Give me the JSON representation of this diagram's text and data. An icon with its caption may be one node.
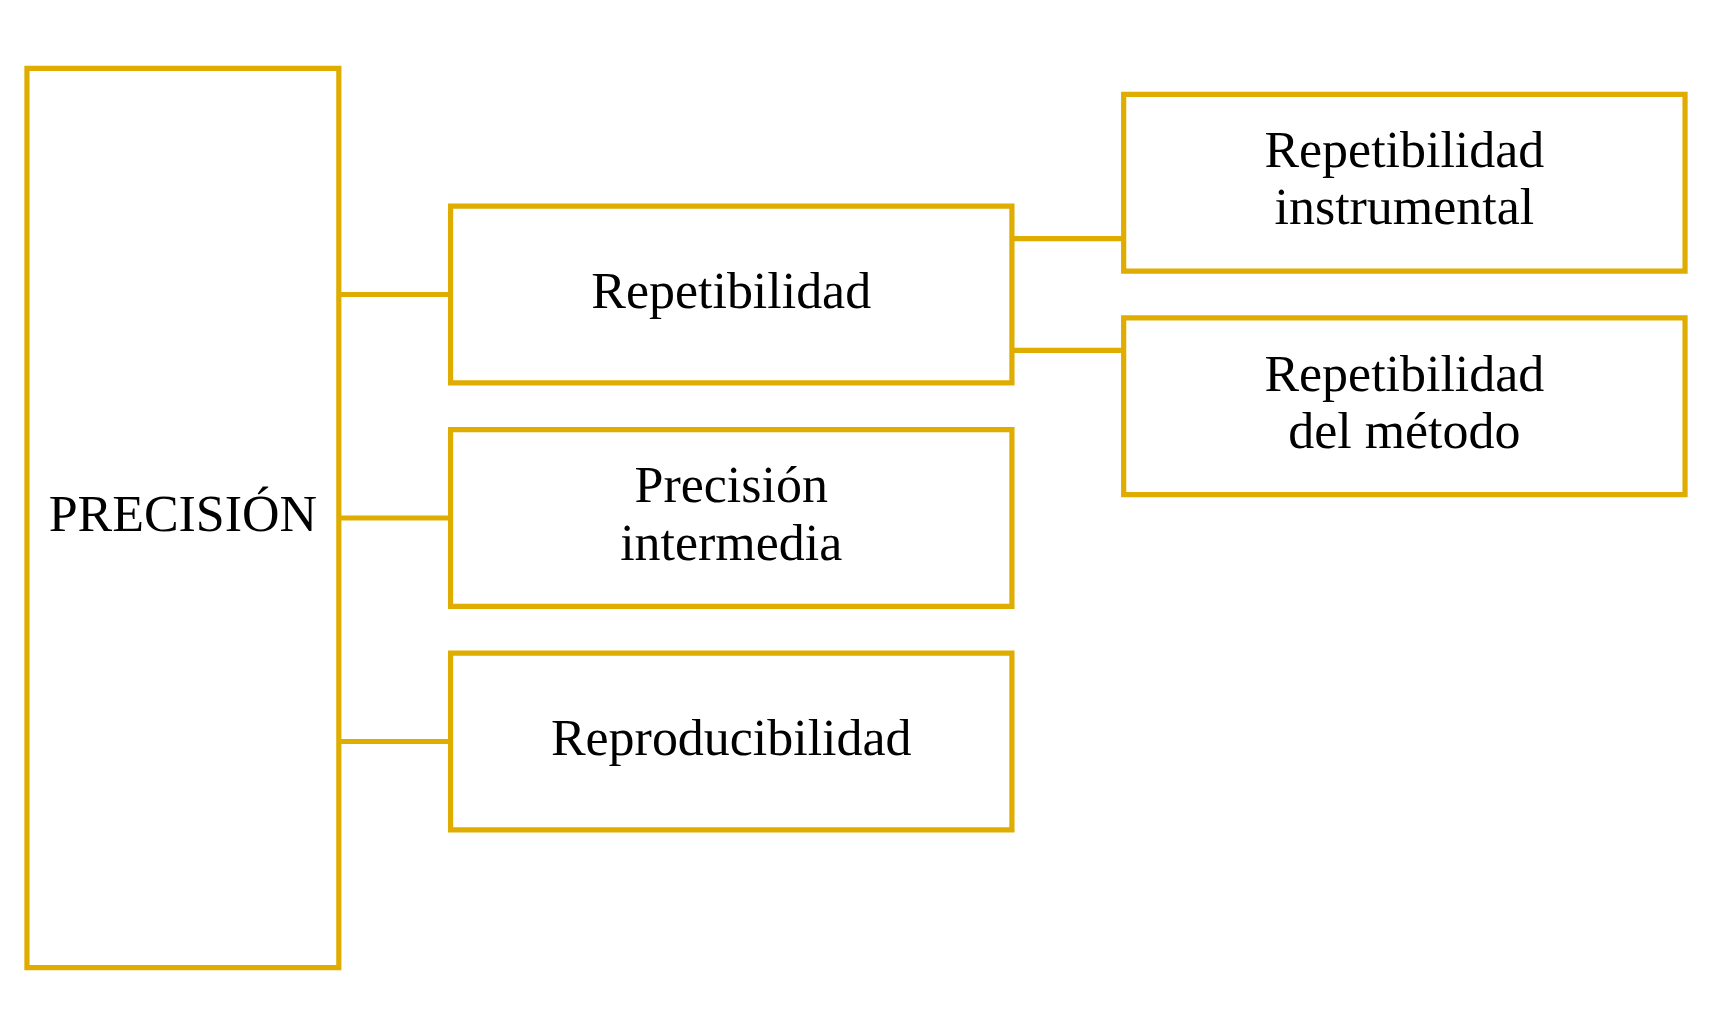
{
  "diagram": {
    "nodes": [
      {
        "text": [
          "PRECISIÓN"
        ]
      },
      {
        "text": [
          "Repetibilidad"
        ]
      },
      {
        "text": [
          "Precisión intermedia"
        ]
      },
      {
        "text": [
          "Reproducibilidad"
        ]
      },
      {
        "text": [
          "Repetibilidad instrumental"
        ]
      },
      {
        "text": [
          "Repetibilidad del método"
        ]
      }
    ],
    "edges": [
      {
        "from": 0,
        "to": 1,
        "arrow": "none"
      },
      {
        "from": 0,
        "to": 2,
        "arrow": "none"
      },
      {
        "from": 0,
        "to": 3,
        "arrow": "none"
      },
      {
        "from": 1,
        "to": 4,
        "arrow": "none"
      },
      {
        "from": 1,
        "to": 5,
        "arrow": "none"
      }
    ]
  }
}
